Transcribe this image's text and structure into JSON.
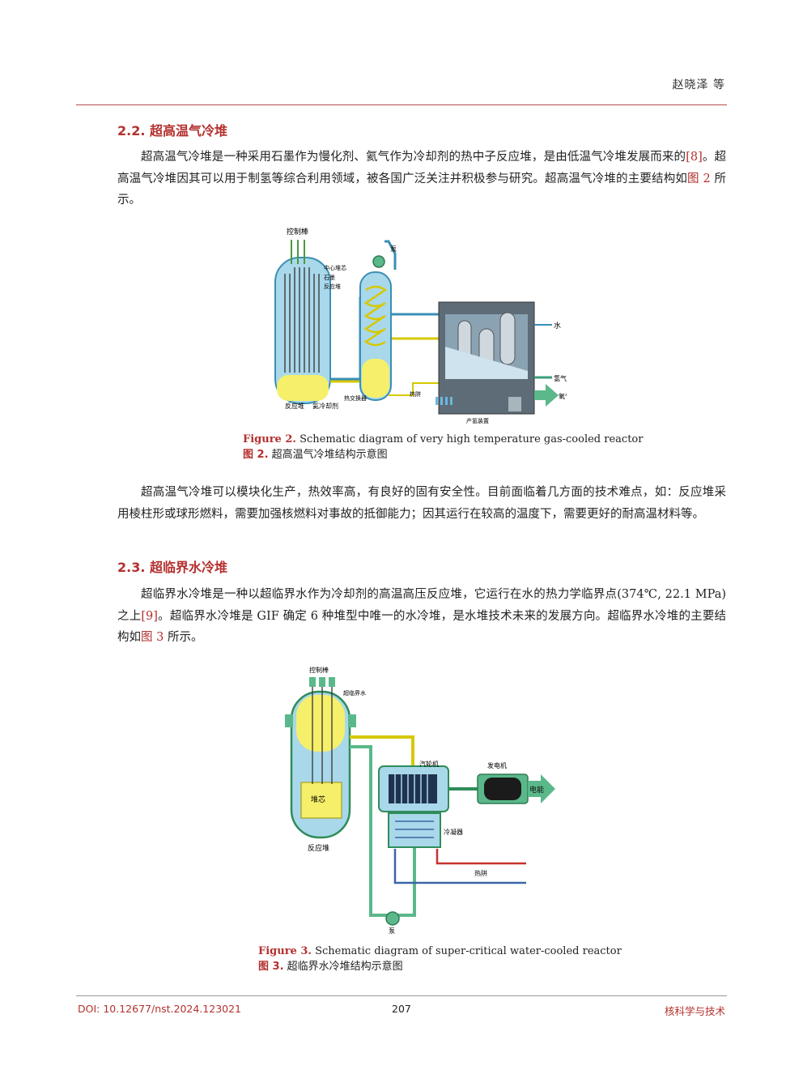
{
  "header": {
    "running_head": "赵晓泽  等"
  },
  "section_22": {
    "title": "2.2. 超高温气冷堆",
    "para1": {
      "a": "超高温气冷堆是一种采用石墨作为慢化剂、氦气作为冷却剂的热中子反应堆，是由低温气冷堆发展而来的",
      "ref": "[8]",
      "b": "。超高温气冷堆因其可以用于制氢等综合利用领域，被各国广泛关注并积极参与研究。超高温气冷堆的主要结构如",
      "fig": "图 2",
      "c": " 所示。"
    },
    "figure": {
      "labels": {
        "control_rods": "控制棒",
        "pump": "泵",
        "graphite_core": "中心堆芯",
        "graphite": "石墨",
        "reflector": "反应堆",
        "reactor": "反应堆",
        "coolant": "氦冷却剂",
        "heat_exchanger": "热交换器",
        "water": "水",
        "hydrogen": "氢气",
        "heat_sink": "热阱",
        "oxygen": "氧气",
        "hydrogen_plant": "产氢装置"
      },
      "caption_en_label": "Figure 2.",
      "caption_en": " Schematic diagram of very high temperature gas-cooled reactor",
      "caption_cn_label": "图 2.",
      "caption_cn": "  超高温气冷堆结构示意图"
    },
    "para2": "超高温气冷堆可以模块化生产，热效率高，有良好的固有安全性。目前面临着几方面的技术难点，如：反应堆采用棱柱形或球形燃料，需要加强核燃料对事故的抵御能力；因其运行在较高的温度下，需要更好的耐高温材料等。"
  },
  "section_23": {
    "title": "2.3. 超临界水冷堆",
    "para1": {
      "a": "超临界水冷堆是一种以超临界水作为冷却剂的高温高压反应堆，它运行在水的热力学临界点(374℃, 22.1 MPa)之上",
      "ref": "[9]",
      "b": "。超临界水冷堆是 GIF 确定 6 种堆型中唯一的水冷堆，是水堆技术未来的发展方向。超临界水冷堆的主要结构如",
      "fig": "图 3",
      "c": " 所示。"
    },
    "figure": {
      "labels": {
        "control_rods": "控制棒",
        "scw": "超临界水",
        "core": "堆芯",
        "reactor": "反应堆",
        "turbine": "汽轮机",
        "generator": "发电机",
        "electricity": "电能",
        "condenser": "冷凝器",
        "heat_sink": "热阱",
        "pump": "泵"
      },
      "caption_en_label": "Figure 3.",
      "caption_en": " Schematic diagram of super-critical water-cooled reactor",
      "caption_cn_label": "图 3.",
      "caption_cn": "  超临界水冷堆结构示意图"
    }
  },
  "footer": {
    "doi": "DOI: 10.12677/nst.2024.123021",
    "page": "207",
    "journal": "核科学与技术"
  },
  "colors": {
    "accent": "#b3302e",
    "vessel_blue": "#a9d8ea",
    "core_yellow": "#f5ef6a",
    "pipe_green": "#5ab88a"
  }
}
